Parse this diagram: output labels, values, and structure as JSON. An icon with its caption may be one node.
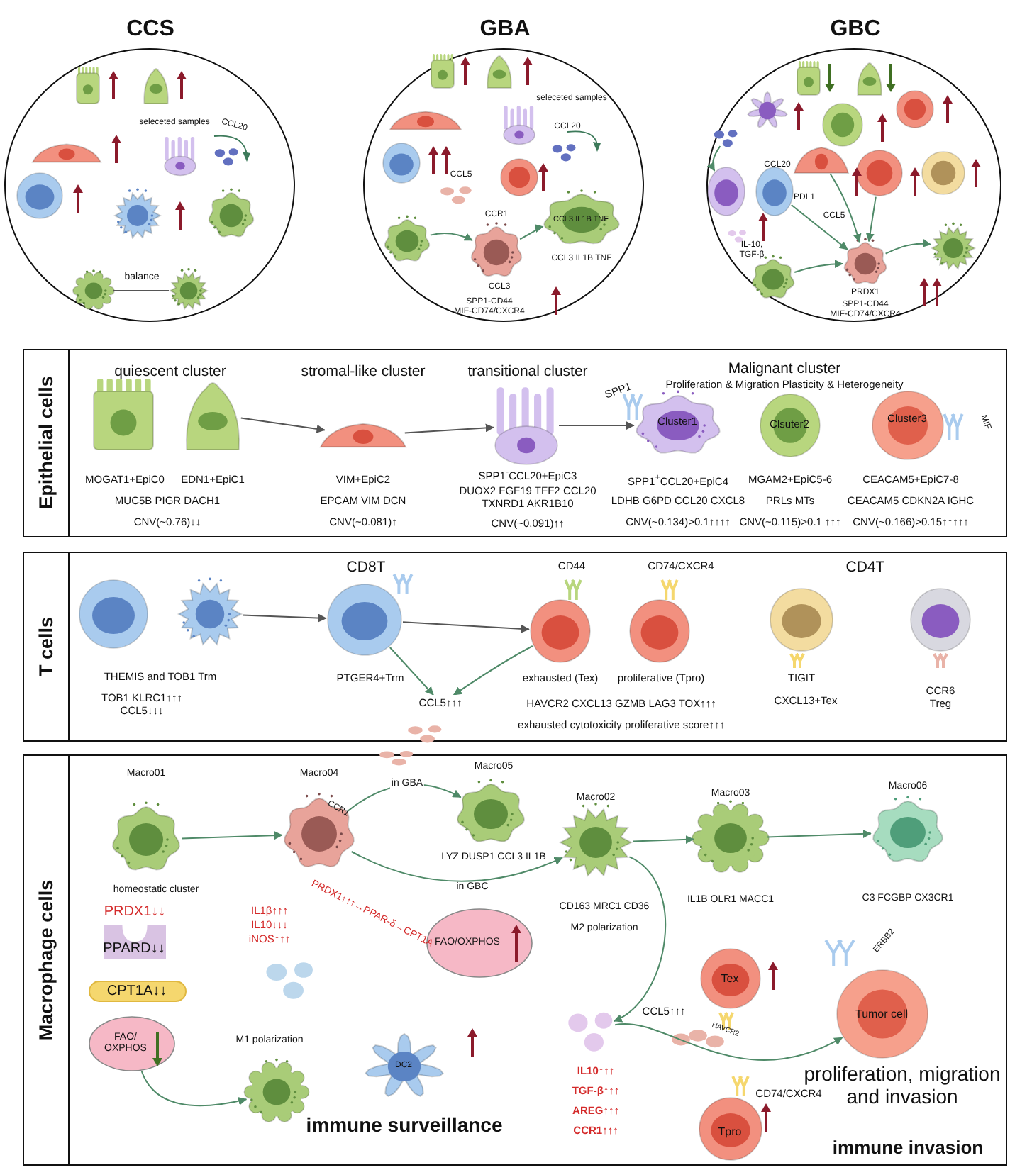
{
  "diagram": {
    "nodes": [
      {
        "text": [
          "CCS"
        ]
      },
      {
        "text": [],
        "shape": "circle",
        "in": 0
      },
      {
        "text": [],
        "shape": "circle",
        "in": 0
      },
      {
        "text": [
          "GBA"
        ]
      },
      {
        "text": [],
        "shape": "circle",
        "in": 3
      },
      {
        "text": [],
        "shape": "circle",
        "in": 3,
        "beside": [
          "CCL3",
          "SPP1-CD44 MIF-CD74/CXCR4"
        ]
      },
      {
        "text": [
          "CCL3 IL1B TNF"
        ],
        "in": 3,
        "beside": [
          "CCL3 IL1B TNF"
        ]
      },
      {
        "text": [
          "GBC"
        ]
      },
      {
        "text": [],
        "shape": "circle",
        "in": 7
      },
      {
        "text": [],
        "shape": "circle",
        "in": 7
      },
      {
        "text": [],
        "shape": "circle",
        "in": 7
      },
      {
        "text": [],
        "shape": "circle",
        "in": 7
      },
      {
        "text": [],
        "shape": "circle",
        "in": 7
      },
      {
        "text": [],
        "shape": "circle",
        "in": 7,
        "beside": [
          "PRDX1",
          "SPP1-CD44 MIF-CD74/CXCR4"
        ]
      },
      {
        "text": [],
        "shape": "circle",
        "in": 7
      },
      {
        "text": [
          "Epithelial cells"
        ]
      },
      {
        "text": [],
        "shape": "box",
        "in": 15,
        "beside": [
          "MOGAT1+EpiC0"
        ]
      },
      {
        "text": [],
        "shape": "box",
        "in": 15,
        "beside": [
          "EDN1+EpiC1"
        ]
      },
      {
        "text": [],
        "shape": "circle",
        "in": 15,
        "beside": [
          "stromal-like cluster",
          "VIM+EpiC2",
          "EPCAM VIM DCN",
          "CNV(~0.081)↑"
        ]
      },
      {
        "text": [],
        "shape": "circle",
        "in": 15,
        "beside": [
          "transitional cluster",
          "SPP1$^{-}$CCL20+EpiC3",
          "DUOX2 FGF19 TFF2 CCL20 TXNRD1 AKR1B10",
          "CNV(~0.091)↑↑"
        ]
      },
      {
        "text": [
          "Cluster1"
        ],
        "in": 15,
        "beside": [
          "SPP1$^{+}$CCL20+EpiC4",
          "LDHB G6PD CCL20 CXCL8",
          "CNV(~0.134)>0.1↑↑↑↑"
        ]
      },
      {
        "text": [
          "Clsuter2"
        ],
        "in": 15,
        "beside": [
          "MGAM2+EpiC5-6",
          "PRLs MTs",
          "CNV(~0.115)>0.1 ↑↑↑"
        ]
      },
      {
        "text": [
          "Cluster3"
        ],
        "in": 15,
        "beside": [
          "CEACAM5+EpiC7-8",
          "CEACAM5 CDKN2A IGHC",
          "CNV(~0.166)>0.15↑↑↑↑↑"
        ]
      },
      {
        "text": [
          "T cells"
        ]
      },
      {
        "text": [],
        "shape": "circle",
        "in": 23
      },
      {
        "text": [],
        "shape": "circle",
        "in": 23
      },
      {
        "text": [],
        "shape": "circle",
        "in": 23,
        "beside": [
          "PTGER4+Trm"
        ]
      },
      {
        "text": [
          "CCL5↑↑↑"
        ],
        "in": 23
      },
      {
        "text": [],
        "shape": "circle",
        "in": 23,
        "beside": [
          "exhausted (Tex)"
        ]
      },
      {
        "text": [],
        "shape": "circle",
        "in": 23,
        "beside": [
          "proliferative (Tpro)"
        ]
      },
      {
        "text": [],
        "shape": "circle",
        "in": 23,
        "beside": [
          "TIGIT",
          "CXCL13+Tex"
        ]
      },
      {
        "text": [],
        "shape": "circle",
        "in": 23,
        "beside": [
          "CCR6 Treg"
        ]
      },
      {
        "text": [
          "Macrophage cells"
        ]
      },
      {
        "text": [],
        "shape": "circle",
        "in": 32,
        "beside": [
          "Macro01",
          "homeostatic cluster"
        ]
      },
      {
        "text": [
          "CCR1"
        ],
        "in": 32,
        "beside": [
          "Macro04"
        ]
      },
      {
        "text": [],
        "shape": "circle",
        "in": 32,
        "beside": [
          "Macro05",
          "LYZ DUSP1 CCL3 IL1B"
        ]
      },
      {
        "text": [],
        "shape": "circle",
        "in": 32,
        "beside": [
          "Macro02",
          "CD163 MRC1 CD36",
          "M2 polarization"
        ]
      },
      {
        "text": [],
        "shape": "circle",
        "in": 32,
        "beside": [
          "Macro03",
          "IL1B OLR1 MACC1"
        ]
      },
      {
        "text": [],
        "shape": "circle",
        "in": 32,
        "beside": [
          "Macro06",
          "C3 FCGBP CX3CR1"
        ]
      },
      {
        "text": [
          "PPARD↓↓"
        ],
        "in": 32
      },
      {
        "text": [
          "CPT1A↓↓"
        ],
        "in": 32
      },
      {
        "text": [
          "FAO/ OXPHOS"
        ],
        "in": 32
      },
      {
        "text": [],
        "shape": "circle",
        "in": 32,
        "beside": [
          "M1 polarization"
        ]
      },
      {
        "text": [
          "DC2"
        ],
        "in": 32
      },
      {
        "text": [
          "FAO/OXPHOS"
        ],
        "in": 32
      },
      {
        "text": [],
        "shape": "circle",
        "in": 32
      },
      {
        "text": [
          "Tex"
        ],
        "in": 32
      },
      {
        "text": [
          "Tpro"
        ],
        "in": 32
      },
      {
        "text": [
          "Tumor cell"
        ],
        "in": 32,
        "beside": [
          "ERBB2"
        ]
      },
      {
        "text": [],
        "shape": "circle",
        "in": 7
      }
    ],
    "edges": [
      {
        "from": 1,
        "to": 2,
        "arrow": "none",
        "label": "balance",
        "color": "#555555"
      },
      {
        "from": 4,
        "to": 5,
        "arrow": "to"
      },
      {
        "from": 5,
        "to": 6,
        "arrow": "to"
      },
      {
        "from": 49,
        "to": 8,
        "arrow": "to"
      },
      {
        "from": 9,
        "to": 13,
        "arrow": "to"
      },
      {
        "from": 10,
        "to": 13,
        "arrow": "to"
      },
      {
        "from": 11,
        "to": 13,
        "arrow": "to"
      },
      {
        "from": 12,
        "to": 13,
        "arrow": "to"
      },
      {
        "from": 13,
        "to": 14,
        "arrow": "to"
      },
      {
        "from": 17,
        "to": 18,
        "arrow": "to",
        "color": "#555555"
      },
      {
        "from": 18,
        "to": 19,
        "arrow": "to",
        "color": "#555555"
      },
      {
        "from": 19,
        "to": 20,
        "arrow": "to",
        "color": "#555555"
      },
      {
        "from": 25,
        "to": 26,
        "arrow": "to",
        "color": "#555555"
      },
      {
        "from": 26,
        "to": 28,
        "arrow": "to",
        "color": "#555555"
      },
      {
        "from": 26,
        "to": 27,
        "arrow": "to"
      },
      {
        "from": 28,
        "to": 27,
        "arrow": "to"
      },
      {
        "from": 33,
        "to": 34,
        "arrow": "to"
      },
      {
        "from": 34,
        "to": 35,
        "arrow": "to",
        "label": "in GBA"
      },
      {
        "from": 34,
        "to": 36,
        "arrow": "to",
        "label": "in GBC"
      },
      {
        "from": 36,
        "to": 37,
        "arrow": "to"
      },
      {
        "from": 37,
        "to": 38,
        "arrow": "to"
      },
      {
        "from": 41,
        "to": 42,
        "arrow": "to"
      },
      {
        "from": 36,
        "to": 45,
        "arrow": "to"
      },
      {
        "from": 45,
        "to": 48,
        "arrow": "to"
      }
    ],
    "labels": [
      "seleceted samples",
      "CCL20",
      "seleceted samples",
      "CCL20",
      "CCL5",
      "CCR1",
      "CCL20",
      "PDL1",
      "IL-10, TGF-β",
      "CCL5",
      "quiescent cluster",
      "MUC5B PIGR DACH1",
      "CNV(~0.76)↓↓",
      "Malignant cluster",
      "Proliferation & Migration Plasticity & Heterogeneity",
      "SPP1",
      "MIF",
      "CD8T",
      "CD44",
      "CD74/CXCR4",
      "CD4T",
      "THEMIS and TOB1 Trm",
      "TOB1 KLRC1↑↑↑ CCL5↓↓↓",
      "HAVCR2 CXCL13 GZMB LAG3 TOX↑↑↑",
      "exhausted cytotoxicity proliferative score↑↑↑",
      "PRDX1↓↓",
      "IL1β↑↑↑",
      "IL10↓↓↓",
      "iNOS↑↑↑",
      "PRDX1↑↑↑→PPAR-δ→CPT1A",
      "immune surveillance",
      "CCL5↑↑↑",
      "HAVCR2",
      "CD74/CXCR4",
      "IL10↑↑↑",
      "TGF-β↑↑↑",
      "AREG↑↑↑",
      "CCR1↑↑↑",
      "proliferation, migration and invasion",
      "immune invasion"
    ]
  }
}
